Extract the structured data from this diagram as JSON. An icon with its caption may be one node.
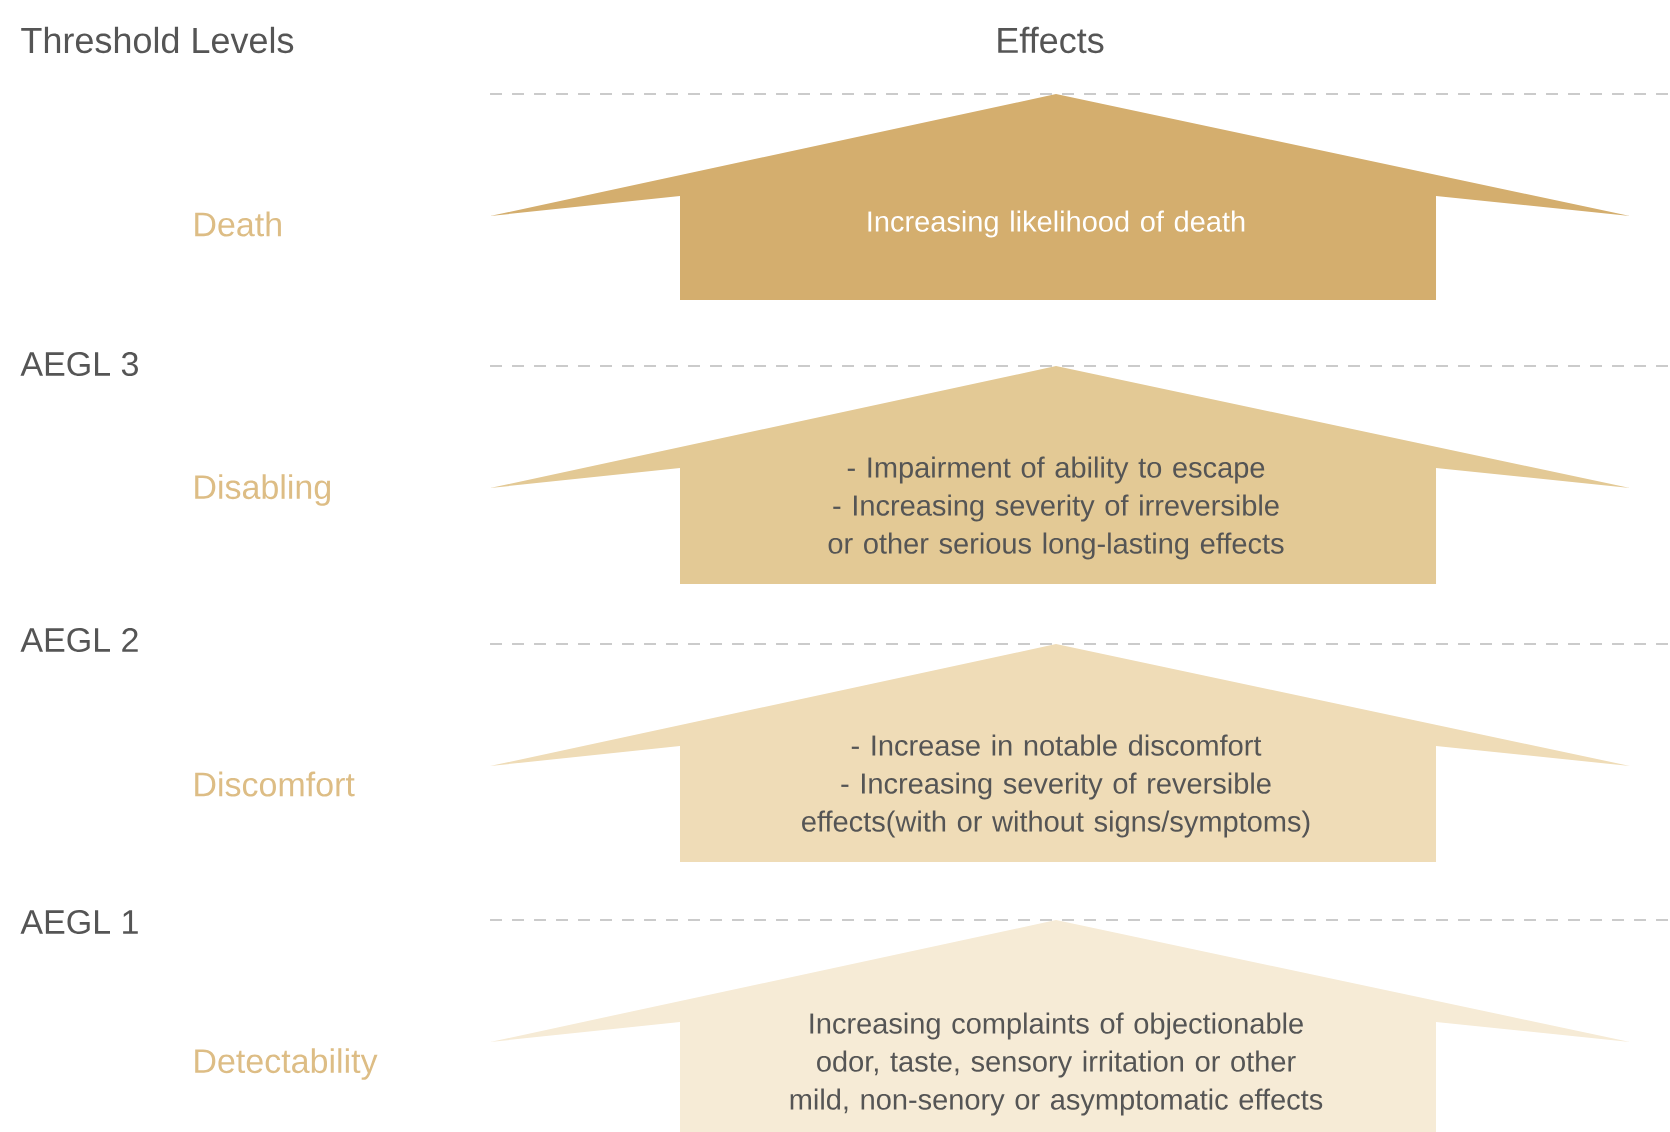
{
  "diagram": {
    "nodes": [
      {
        "text": [
          "Increasing likelihood of death"
        ]
      },
      {
        "text": [
          "- Impairment of ability to escape",
          "- Increasing severity of irreversible or other serious long-lasting effects"
        ]
      },
      {
        "text": [
          "- Increase in notable discomfort",
          "- Increasing severity of reversible effects(with or without signs/symptoms)"
        ]
      },
      {
        "text": [
          "Increasing complaints of objectionable odor, taste, sensory irritation or other mild, non-senory or asymptomatic effects"
        ]
      }
    ],
    "labels": [
      "Threshold Levels",
      "Effects",
      "Death",
      "AEGL 3",
      "Disabling",
      "AEGL 2",
      "Discomfort",
      "AEGL 1",
      "Detectability"
    ]
  }
}
